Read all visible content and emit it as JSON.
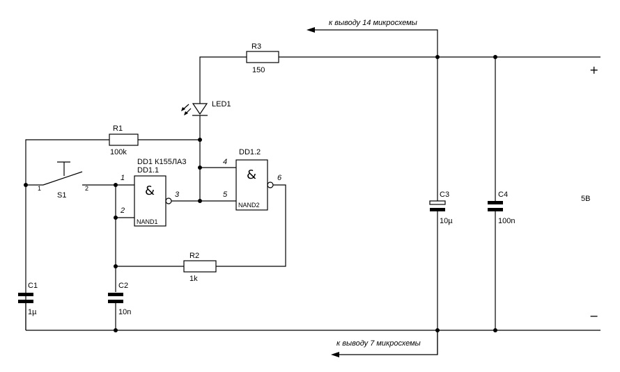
{
  "notes": {
    "pin14": "к выводу 14  микросхемы",
    "pin7": "к выводу 7 микросхемы"
  },
  "resistors": {
    "r3": {
      "name": "R3",
      "value": "150"
    },
    "r1": {
      "name": "R1",
      "value": "100k"
    },
    "r2": {
      "name": "R2",
      "value": "1k"
    }
  },
  "led": {
    "name": "LED1"
  },
  "chip": {
    "name": "DD1 К155ЛА3"
  },
  "gate1": {
    "name": "DD1.1",
    "label": "NAND1",
    "symbol": "&",
    "pin_in1": "1",
    "pin_in2": "2",
    "pin_out": "3"
  },
  "gate2": {
    "name": "DD1.2",
    "label": "NAND2",
    "symbol": "&",
    "pin_in1": "4",
    "pin_in2": "5",
    "pin_out": "6"
  },
  "switch": {
    "name": "S1",
    "pin1": "1",
    "pin2": "2"
  },
  "capacitors": {
    "c1": {
      "name": "C1",
      "value": "1µ"
    },
    "c2": {
      "name": "C2",
      "value": "10n"
    },
    "c3": {
      "name": "C3",
      "value": "10µ"
    },
    "c4": {
      "name": "C4",
      "value": "100n"
    }
  },
  "supply": {
    "plus": "+",
    "minus": "−",
    "voltage": "5В"
  }
}
